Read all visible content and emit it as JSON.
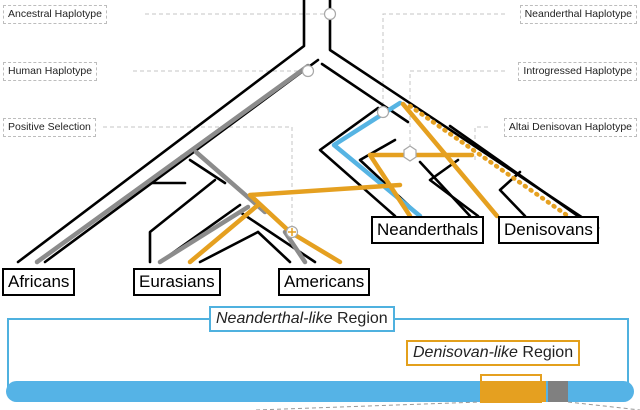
{
  "colors": {
    "black": "#000000",
    "human_gray": "#8c8c8c",
    "neanderthal_blue": "#56b4e3",
    "denisovan_orange": "#e5a020",
    "dashed_guides": "#c0c0c0",
    "chromosome_blue": "#55b3e6",
    "chromosome_gray": "#808080"
  },
  "legend_tags": {
    "ancestral": "Ancestral Haplotype",
    "human": "Human Haplotype",
    "positive": "Positive Selection",
    "neanderthal": "Neanderthal Haplotype",
    "introgressed": "Introgressed Haplotype",
    "altai": "Altai Denisovan Haplotype"
  },
  "populations": {
    "africans": "Africans",
    "eurasians": "Eurasians",
    "americans": "Americans",
    "neanderthals": "Neanderthals",
    "denisovans": "Denisovans"
  },
  "regions": {
    "neanderthal_italic": "Neanderthal-like",
    "neanderthal_suffix": " Region",
    "denisovan_italic": "Denisovan-like",
    "denisovan_suffix": " Region"
  }
}
